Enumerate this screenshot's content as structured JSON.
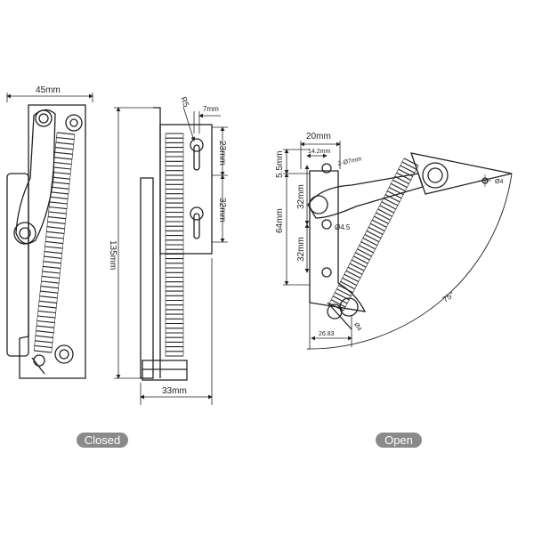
{
  "closed": {
    "width_label": "45mm",
    "height_label": "135mm",
    "depth_label": "33mm",
    "radius_label": "R5",
    "slot_offset_label": "7mm",
    "slot_spacing_1": "23mm",
    "slot_spacing_2": "32mm",
    "caption": "Closed"
  },
  "open": {
    "width_label": "20mm",
    "hole_offset_label": "14.2mm",
    "slot_label": "2-Ø7mm",
    "top_offset_label": "5.5mm",
    "height_label": "64mm",
    "spacing_1": "32mm",
    "spacing_2": "32mm",
    "hole_label": "Ø4.5",
    "base_label": "26.83",
    "pin_label": "Ø4",
    "arm_hole_label": "Ø4",
    "angle_label": "75°",
    "caption": "Open"
  },
  "colors": {
    "line": "#222222",
    "badge": "#8a8a8a"
  }
}
